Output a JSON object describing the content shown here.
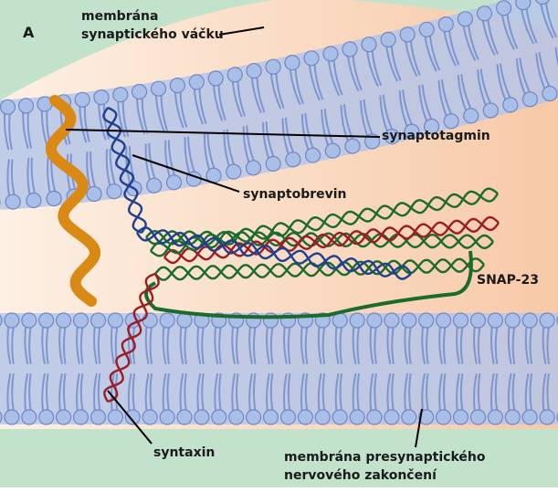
{
  "panel_letter": "A",
  "labels": {
    "vesicle_membrane_line1": "membrána",
    "vesicle_membrane_line2": "synaptického váčku",
    "synaptotagmin": "synaptotagmin",
    "synaptobrevin": "synaptobrevin",
    "snap23": "SNAP-23",
    "syntaxin": "syntaxin",
    "presynaptic_line1": "membrána presynaptického",
    "presynaptic_line2": "nervového zakončení"
  },
  "colors": {
    "outside_green": "#c2e2cc",
    "cytoplasm_left": "#fdf0e4",
    "cytoplasm_right": "#f7c9a7",
    "membrane_band": "#b6c6e8",
    "lipid_head": "#a9bfe8",
    "lipid_head_stroke": "#6f86c4",
    "lipid_tail": "#7d96cf",
    "synaptotagmin": "#d98a14",
    "synaptobrevin": "#1f3f8f",
    "syntaxin": "#9b1c24",
    "snap23": "#1b6b2c",
    "leader_line": "#000000"
  }
}
